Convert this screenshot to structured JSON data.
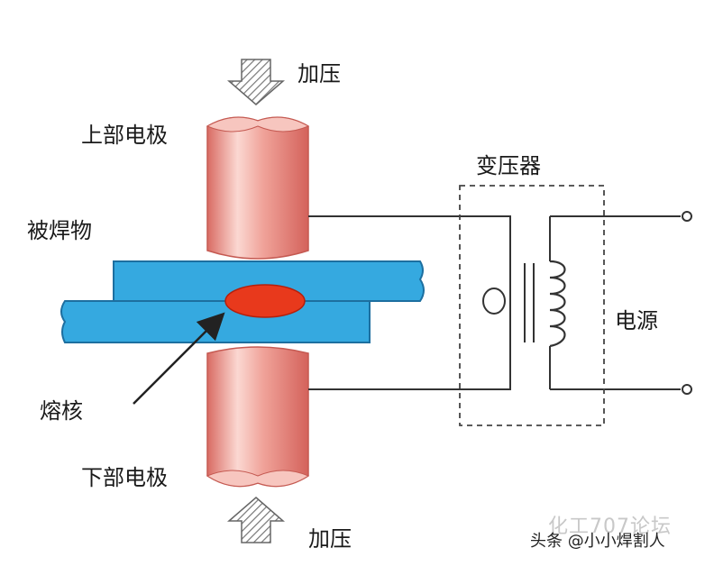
{
  "labels": {
    "top_pressure": "加压",
    "upper_electrode": "上部电极",
    "workpiece": "被焊物",
    "nugget": "熔核",
    "lower_electrode": "下部电极",
    "bottom_pressure": "加压",
    "transformer": "变压器",
    "power_source": "电源"
  },
  "watermark": {
    "text": "头条 @小小焊割人",
    "faint_text": "化工707论坛"
  },
  "colors": {
    "electrode": "#e8867e",
    "electrode_highlight": "#fbd8d2",
    "plate": "#35a9e0",
    "nugget": "#e8391c",
    "wire": "#333333",
    "arrow_hatch": "#777777"
  }
}
